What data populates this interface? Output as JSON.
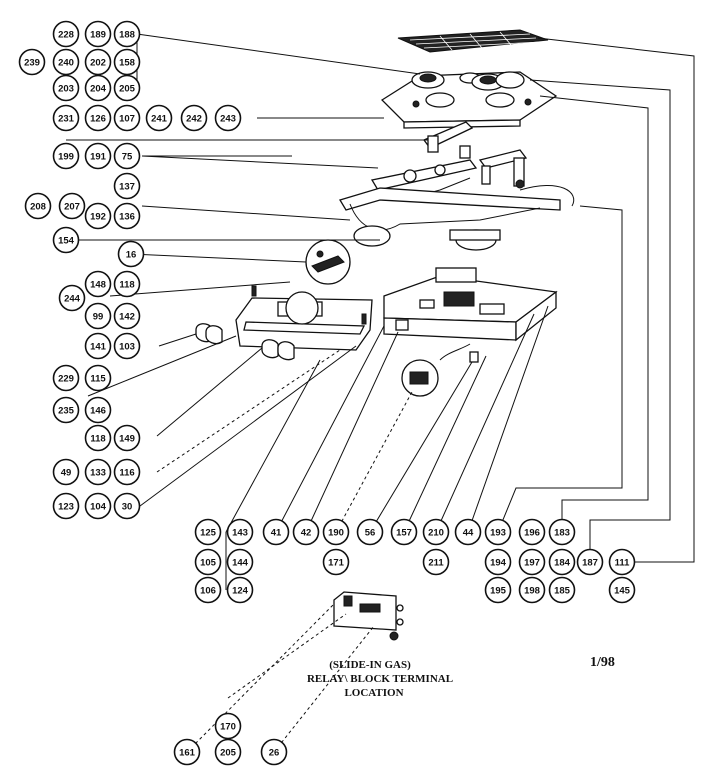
{
  "callouts": [
    "228",
    "189",
    "188",
    "239",
    "240",
    "202",
    "158",
    "203",
    "204",
    "205",
    "231",
    "126",
    "107",
    "241",
    "242",
    "243",
    "199",
    "191",
    "75",
    "137",
    "208",
    "207",
    "192",
    "136",
    "154",
    "16",
    "148",
    "118",
    "244",
    "99",
    "142",
    "141",
    "103",
    "229",
    "115",
    "235",
    "146",
    "118",
    "149",
    "49",
    "133",
    "116",
    "123",
    "104",
    "30",
    "125",
    "143",
    "105",
    "144",
    "106",
    "124",
    "41",
    "42",
    "190",
    "171",
    "56",
    "157",
    "210",
    "211",
    "44",
    "193",
    "196",
    "183",
    "194",
    "197",
    "184",
    "187",
    "111",
    "195",
    "198",
    "185",
    "145",
    "170",
    "161",
    "205",
    "26"
  ],
  "caption": {
    "line1": "(SLIDE-IN GAS)",
    "line2": "RELAY\\ BLOCK TERMINAL",
    "line3": "LOCATION"
  },
  "date_code": "1/98"
}
